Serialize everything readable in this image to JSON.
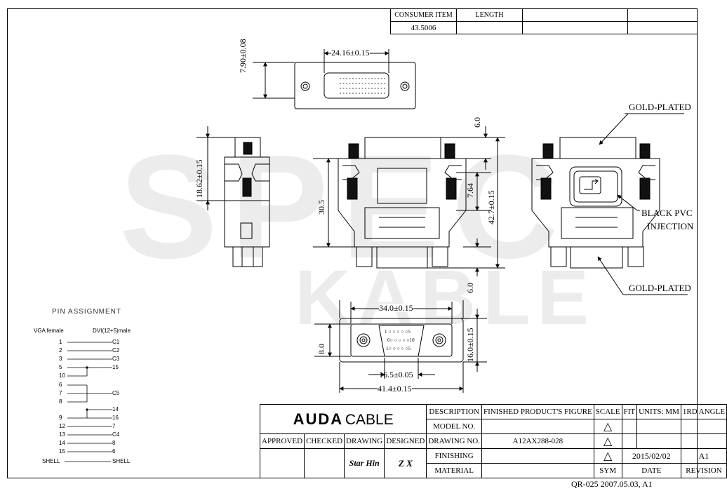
{
  "top_table": {
    "consumer_item_label": "CONSUMER ITEM",
    "length_label": "LENGTH",
    "consumer_item_value": "43.5006"
  },
  "watermark": {
    "line1": "SPEC",
    "line2": "KABLE"
  },
  "dimensions": {
    "top_height": "7.90±0.08",
    "top_width": "24.16±0.15",
    "side_height": "18.62±0.15",
    "front_height": "30.5",
    "front_top": "6.0",
    "front_mid": "7.64",
    "front_total": "42.7±0.15",
    "front_bottom": "6.0",
    "bottom_width": "34.0±0.15",
    "bottom_left": "8.0",
    "bottom_right": "16.0±0.15",
    "bottom_inner": "16.5±0.05",
    "bottom_total": "41.4±0.15"
  },
  "labels": {
    "gold_plated_top": "GOLD-PLATED",
    "black_pvc_line1": "BLACK PVC",
    "black_pvc_line2": "INJECTION",
    "gold_plated_bottom": "GOLD-PLATED"
  },
  "pin_assignment": {
    "title": "PIN ASSIGNMENT",
    "left_header": "VGA female",
    "right_header": "DVI(12+5)male",
    "rows": [
      {
        "left": "1",
        "right": "C1"
      },
      {
        "left": "2",
        "right": "C2"
      },
      {
        "left": "3",
        "right": "C3"
      },
      {
        "left": "5",
        "right": "15"
      },
      {
        "left": "10",
        "right": ""
      },
      {
        "left": "6",
        "right": ""
      },
      {
        "left": "7",
        "right": "C5"
      },
      {
        "left": "8",
        "right": ""
      },
      {
        "left": "",
        "right": "14"
      },
      {
        "left": "9",
        "right": "16"
      },
      {
        "left": "12",
        "right": "7"
      },
      {
        "left": "13",
        "right": "C4"
      },
      {
        "left": "14",
        "right": "8"
      },
      {
        "left": "15",
        "right": "6"
      },
      {
        "left": "SHELL",
        "right": "SHELL"
      }
    ]
  },
  "vga_pins": {
    "row1": "1 ○ ○ ○ ○ ○5",
    "row2": "6○ ○ ○ ○ ○10",
    "row3": "1○ ○ ○ ○ ○5"
  },
  "title_block": {
    "brand_bold": "AUDA",
    "brand_light": "CABLE",
    "description_label": "DESCRIPTION",
    "description_value": "FINISHED PRODUCT'S FIGURE",
    "scale_label": "SCALE",
    "scale_value": "FIT",
    "units": "UNITS: MM",
    "angle": "1RD ANGLE",
    "model_label": "MODEL NO.",
    "approved": "APPROVED",
    "checked": "CHECKED",
    "drawing": "DRAWING",
    "designed": "DESIGNED",
    "drawing_no_label": "DRAWING NO.",
    "drawing_no_value": "A12AX288-028",
    "finishing_label": "FINISHING",
    "date_value": "2015/02/02",
    "revision_value": "A1",
    "drawing_sig": "Star Hin",
    "designed_sig": "Z X",
    "material_label": "MATERIAL",
    "sym_label": "SYM",
    "date_label": "DATE",
    "revision_label": "REVISION",
    "footer": "QR-025 2007.05.03, A1"
  }
}
